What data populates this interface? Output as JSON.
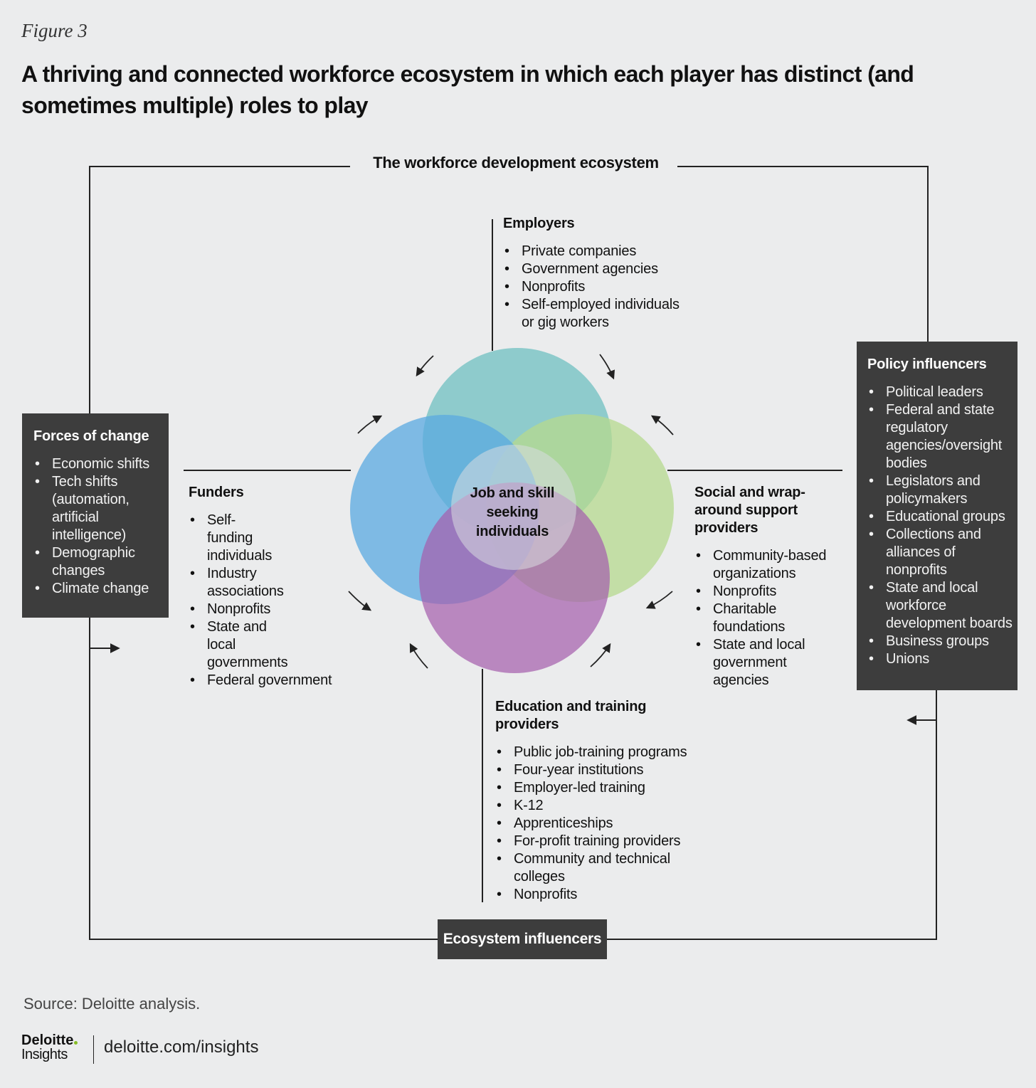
{
  "figure": {
    "label": "Figure 3",
    "title": "A thriving and connected workforce ecosystem in which each player has distinct (and sometimes multiple) roles to play"
  },
  "ecosystem": {
    "frame_title": "The workforce development ecosystem",
    "center": "Job and skill seeking individuals",
    "employers": {
      "title": "Employers",
      "items": [
        "Private companies",
        "Government agencies",
        "Nonprofits",
        "Self-employed individuals or gig workers"
      ]
    },
    "funders": {
      "title": "Funders",
      "items": [
        "Self-funding individuals",
        "Industry associations",
        "Nonprofits",
        "State and local governments",
        "Federal government"
      ]
    },
    "social": {
      "title": "Social and wrap-around support providers",
      "items": [
        "Community-based organizations",
        "Nonprofits",
        "Charitable foundations",
        "State and local government agencies"
      ]
    },
    "education": {
      "title": "Education and training providers",
      "items": [
        "Public job-training programs",
        "Four-year institutions",
        "Employer-led training",
        "K-12",
        "Apprenticeships",
        "For-profit training providers",
        "Community and technical colleges",
        "Nonprofits"
      ]
    }
  },
  "forces_of_change": {
    "title": "Forces of change",
    "items": [
      "Economic shifts",
      "Tech shifts (automation, artificial intelligence)",
      "Demographic changes",
      "Climate change"
    ]
  },
  "policy_influencers": {
    "title": "Policy influencers",
    "items": [
      "Political leaders",
      "Federal and state regulatory agencies/oversight bodies",
      "Legislators and policymakers",
      "Educational groups",
      "Collections and alliances of nonprofits",
      "State and local workforce development boards",
      "Business groups",
      "Unions"
    ]
  },
  "ecosystem_influencers": "Ecosystem influencers",
  "circle_colors": {
    "employers": "#7ec6c6",
    "funders": "#5aa9e0",
    "social": "#b6d98e",
    "education": "#a55fad",
    "center": "#d9dde0"
  },
  "source": "Source: Deloitte analysis.",
  "footer": {
    "logo_brand": "Deloitte",
    "logo_sub": "Insights",
    "url": "deloitte.com/insights"
  }
}
